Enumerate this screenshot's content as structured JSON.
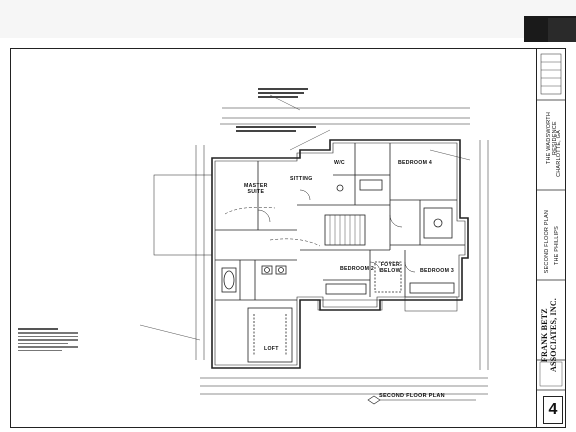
{
  "plan": {
    "title": "SECOND FLOOR PLAN",
    "rooms": {
      "master_suite": "MASTER\nSUITE",
      "sitting": "SITTING",
      "wic": "W/C",
      "bedroom4": "BEDROOM 4",
      "bedroom2": "BEDROOM 2",
      "bedroom3": "BEDROOM 3",
      "foyer_below": "FOYER\nBELOW",
      "loft": "LOFT"
    }
  },
  "title_block": {
    "project": "THE WADSWORTH\nRESIDENCE",
    "location": "CHARLOTTE, GA",
    "sheet_title": "SECOND FLOOR PLAN",
    "plan_name": "THE PHILLIPS",
    "firm": "FRANK BETZ\nASSOCIATES, INC.",
    "sheet_number": "4"
  }
}
